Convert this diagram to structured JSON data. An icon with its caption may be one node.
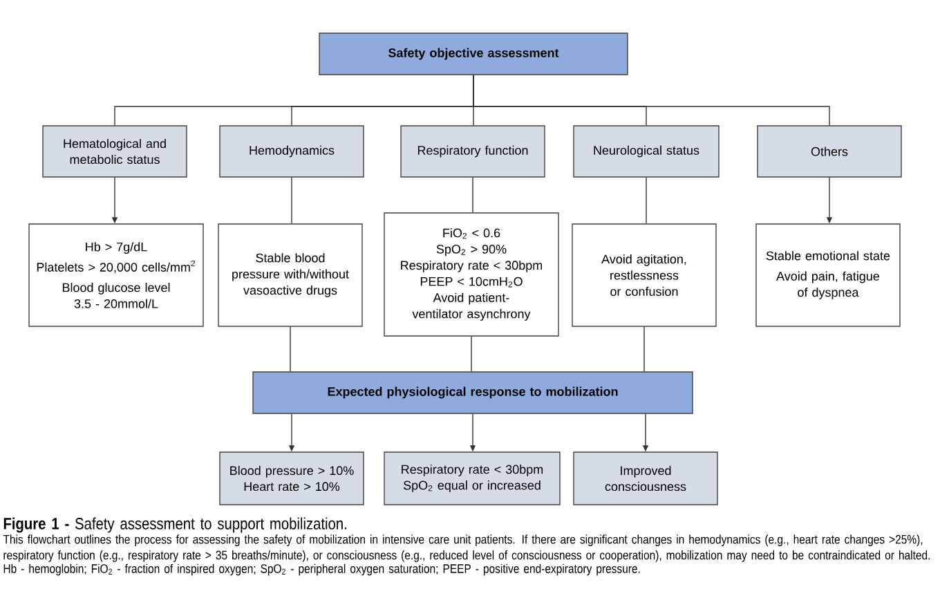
{
  "diagram": {
    "nodes": [
      {
        "text": [
          "Safety objective assessment"
        ]
      },
      {
        "text": [
          "Hematological and metabolic status"
        ]
      },
      {
        "text": [
          "Hemodynamics"
        ]
      },
      {
        "text": [
          "Respiratory function"
        ]
      },
      {
        "text": [
          "Neurological status"
        ]
      },
      {
        "text": [
          "Others"
        ]
      },
      {
        "text": [
          "Hb > 7g/dL",
          "Platelets > 20,000 cells/mm$^{2}$",
          "Blood glucose level 3.5 - 20mmol/L"
        ]
      },
      {
        "text": [
          "Stable blood pressure with/without vasoactive drugs"
        ]
      },
      {
        "text": [
          "FiO$_{2}$ < 0.6",
          "SpO$_{2}$ > 90%",
          "Respiratory rate < 30bpm",
          "PEEP < 10cmH$_{2}$O",
          "Avoid patient-ventilator asynchrony"
        ]
      },
      {
        "text": [
          "Avoid agitation, restlessness or confusion"
        ]
      },
      {
        "text": [
          "Stable emotional state",
          "Avoid pain, fatigue of dyspnea"
        ]
      },
      {
        "text": [
          "Expected physiological response to mobilization"
        ]
      },
      {
        "text": [
          "Blood pressure > 10%",
          "Heart rate > 10%"
        ]
      },
      {
        "text": [
          "Respiratory rate < 30bpm",
          "SpO$_{2}$ equal or increased"
        ]
      },
      {
        "text": [
          "Improved consciousness"
        ]
      }
    ],
    "edges": [
      {
        "from": 0,
        "to": 1,
        "arrow": "none"
      },
      {
        "from": 0,
        "to": 2,
        "arrow": "none"
      },
      {
        "from": 0,
        "to": 3,
        "arrow": "none"
      },
      {
        "from": 0,
        "to": 4,
        "arrow": "none"
      },
      {
        "from": 0,
        "to": 5,
        "arrow": "none"
      },
      {
        "from": 1,
        "to": 6,
        "arrow": "to"
      },
      {
        "from": 2,
        "to": 7,
        "arrow": "none"
      },
      {
        "from": 3,
        "to": 8,
        "arrow": "none"
      },
      {
        "from": 4,
        "to": 9,
        "arrow": "none"
      },
      {
        "from": 5,
        "to": 10,
        "arrow": "to"
      },
      {
        "from": 7,
        "to": 11,
        "arrow": "none"
      },
      {
        "from": 8,
        "to": 11,
        "arrow": "none"
      },
      {
        "from": 9,
        "to": 11,
        "arrow": "none"
      },
      {
        "from": 11,
        "to": 12,
        "arrow": "to"
      },
      {
        "from": 11,
        "to": 13,
        "arrow": "to"
      },
      {
        "from": 11,
        "to": 14,
        "arrow": "to"
      }
    ],
    "caption": "**Figure 1 -** Safety assessment to support mobilization.",
    "labels": [
      "This flowchart outlines the process for assessing the safety of mobilization in intensive care unit patients. If there are significant changes in hemodynamics (e.g., heart rate changes >25%), respiratory function (e.g., respiratory rate > 35 breaths/minute), or consciousness (e.g., reduced level of consciousness or cooperation), mobilization may need to be contraindicated or halted.",
      "Hb - hemoglobin; FiO$_{2}$ - fraction of inspired oxygen; SpO$_{2}$ - peripheral oxygen saturation; PEEP - positive end-expiratory pressure."
    ]
  }
}
